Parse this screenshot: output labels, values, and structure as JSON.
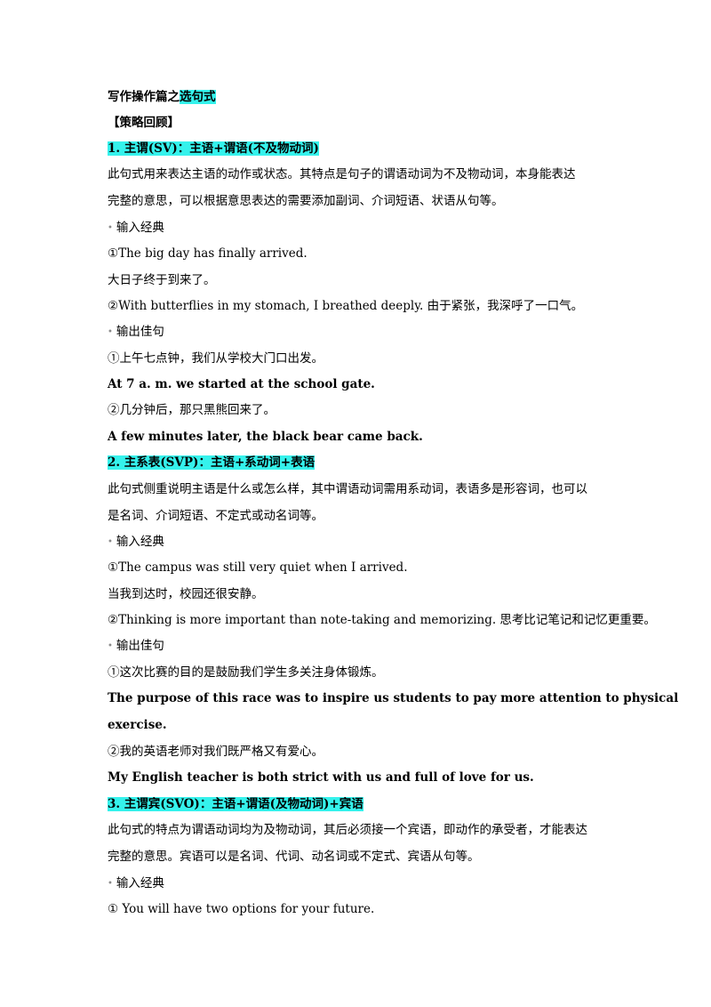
{
  "colors": {
    "highlight": "#35f2ec",
    "text": "#000000",
    "bullet": "#8a8a8a"
  },
  "doc": {
    "title_prefix": "写作操作篇之",
    "title_highlight": "选句式",
    "strategy_heading": "【策略回顾】",
    "bullet_symbol": "•",
    "sections": [
      {
        "heading": "1. 主谓(SV)：主语+谓语(不及物动词)",
        "desc_lines": [
          "此句式用来表达主语的动作或状态。其特点是句子的谓语动词为不及物动词，本身能表达",
          "完整的意思，可以根据意思表达的需要添加副词、介词短语、状语从句等。"
        ],
        "input_label": "输入经典",
        "input_lines": [
          "①The big day has finally arrived.",
          "大日子终于到来了。",
          "②With butterflies in my stomach, I breathed deeply.  由于紧张，我深呼了一口气。"
        ],
        "output_label": "输出佳句",
        "output_lines": [
          "①上午七点钟，我们从学校大门口出发。",
          "At 7 a. m. we started at the school gate.",
          "②几分钟后，那只黑熊回来了。",
          "A few minutes later, the black bear came back."
        ]
      },
      {
        "heading": "2. 主系表(SVP)：主语+系动词+表语",
        "desc_lines": [
          "此句式侧重说明主语是什么或怎么样，其中谓语动词需用系动词，表语多是形容词，也可以",
          "是名词、介词短语、不定式或动名词等。"
        ],
        "input_label": "输入经典",
        "input_lines": [
          "①The campus was still very quiet when I arrived.",
          "当我到达时，校园还很安静。",
          "②Thinking is more important than note-taking and memorizing.  思考比记笔记和记忆更重要。"
        ],
        "output_label": "输出佳句",
        "output_lines": [
          "①这次比赛的目的是鼓励我们学生多关注身体锻炼。",
          "The purpose of this race was to inspire us students to pay more attention to physical",
          "exercise.",
          "②我的英语老师对我们既严格又有爱心。",
          "My English teacher is both strict with us and full of love for us."
        ]
      },
      {
        "heading": "3. 主谓宾(SVO)：主语+谓语(及物动词)+宾语",
        "desc_lines": [
          "此句式的特点为谓语动词均为及物动词，其后必须接一个宾语，即动作的承受者，才能表达",
          "完整的意思。宾语可以是名词、代词、动名词或不定式、宾语从句等。"
        ],
        "input_label": "输入经典",
        "input_lines": [
          "① You will have two options for your future."
        ]
      }
    ]
  }
}
